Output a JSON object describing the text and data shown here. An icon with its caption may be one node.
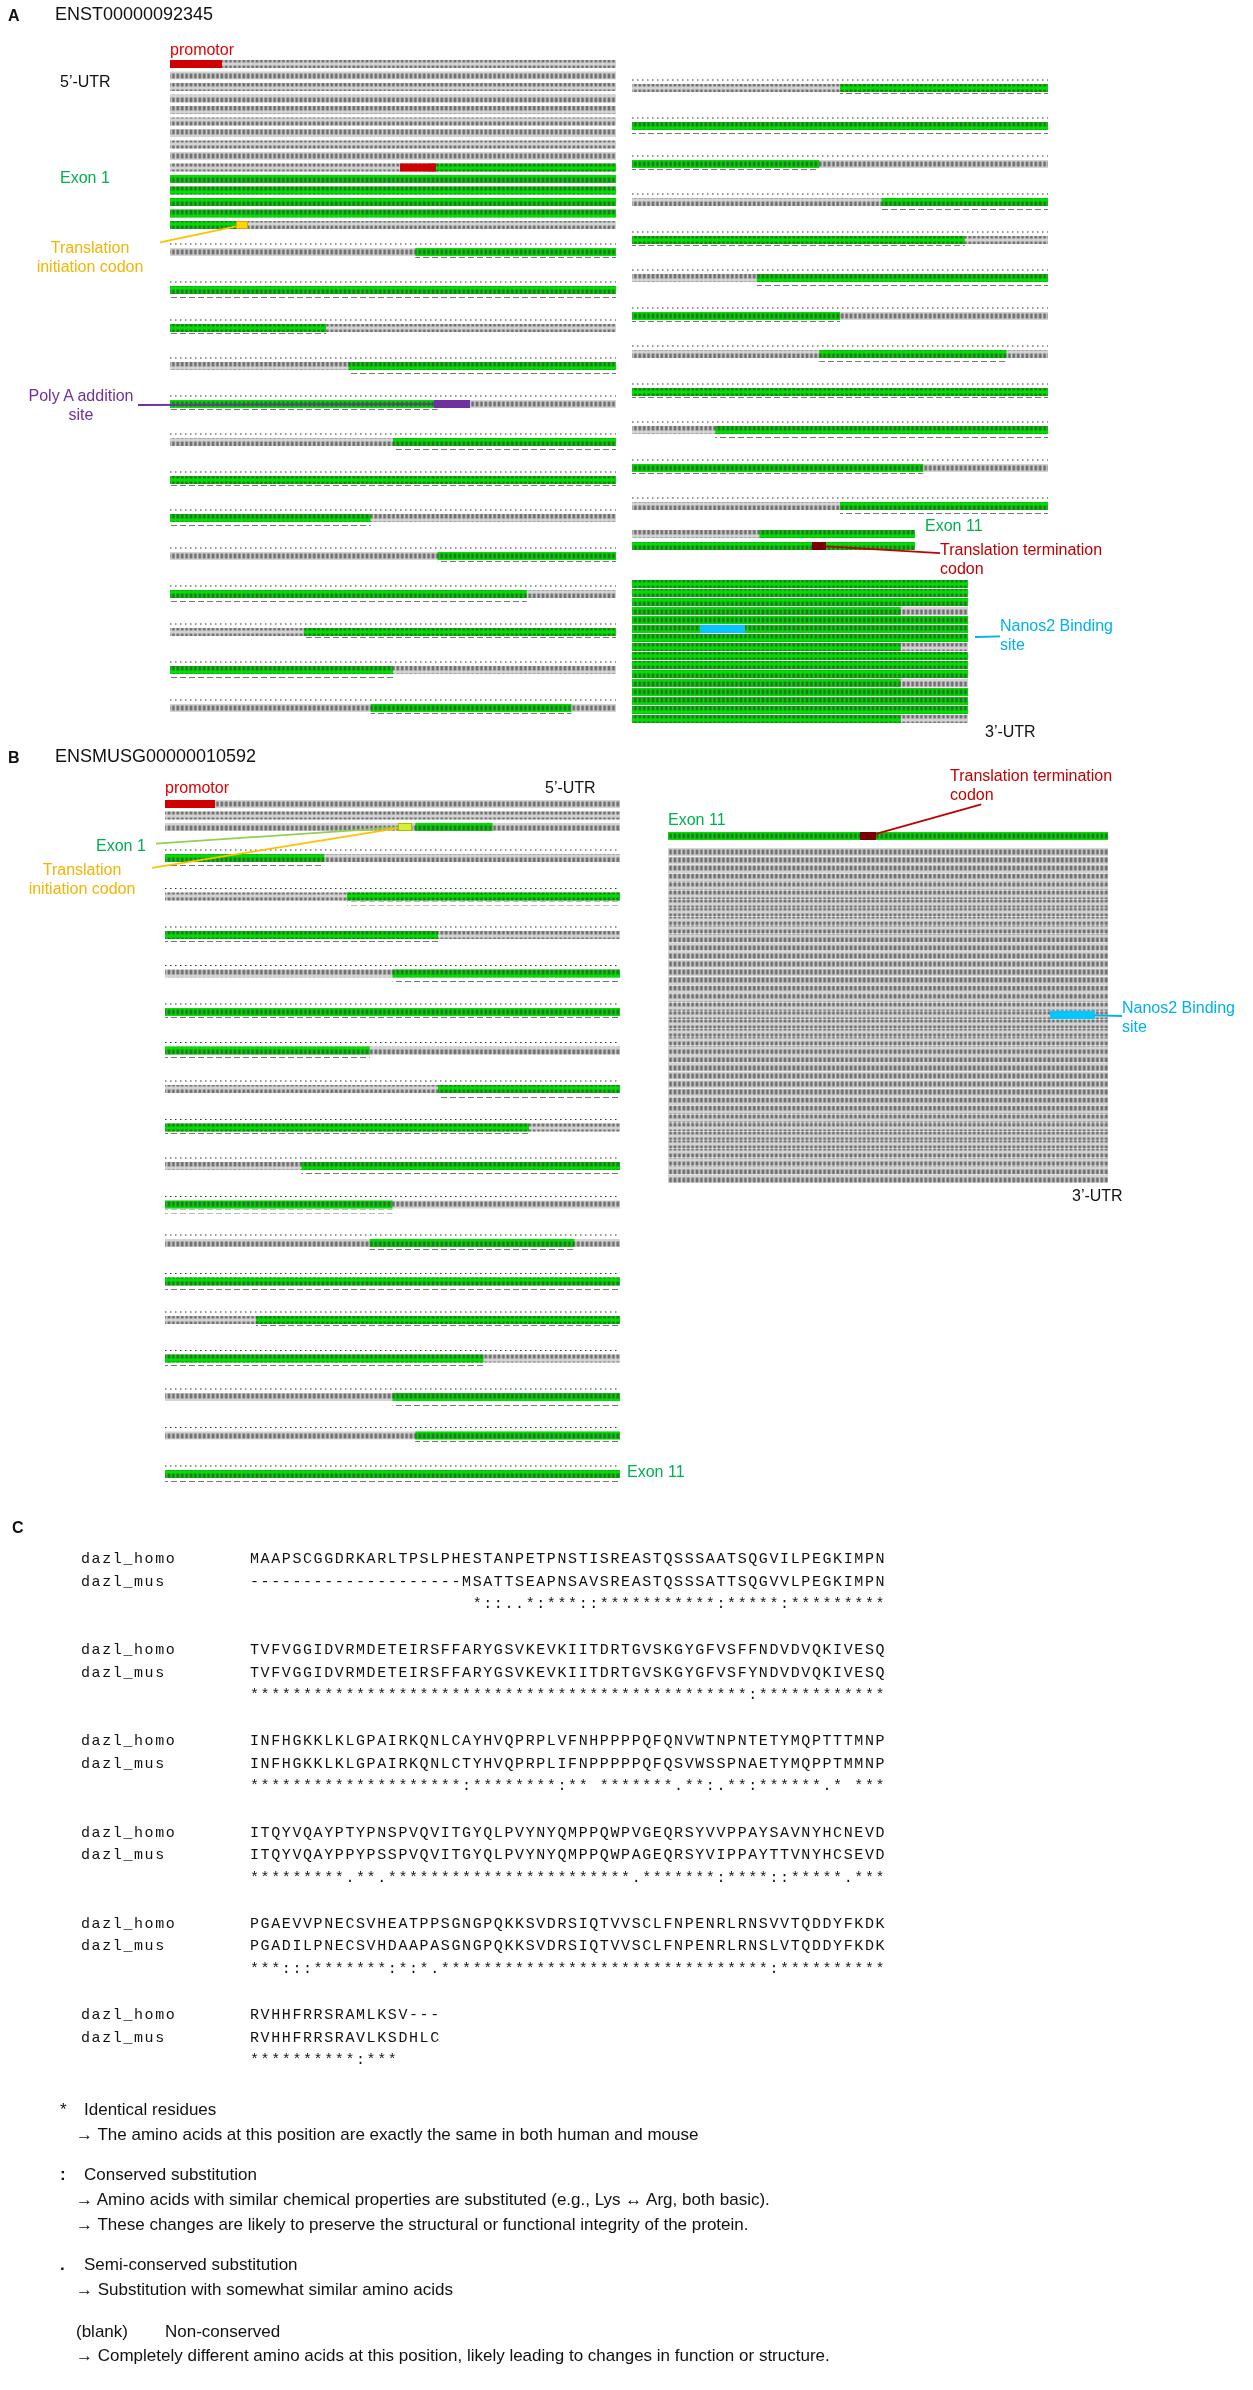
{
  "diagram": {
    "nodes": [
      {
        "text": [
          "Translation initiation codon"
        ]
      },
      {
        "text": [],
        "shape": "box"
      },
      {
        "text": [
          "Poly A addition site"
        ]
      },
      {
        "text": [],
        "shape": "box"
      },
      {
        "text": [
          "Translation termination codon"
        ]
      },
      {
        "text": [],
        "shape": "box"
      },
      {
        "text": [
          "Nanos2 Binding site"
        ]
      },
      {
        "text": [],
        "shape": "box"
      },
      {
        "text": [
          "Exon 1"
        ]
      },
      {
        "text": [
          "Translation initiation codon"
        ]
      },
      {
        "text": [
          "Translation termination codon"
        ]
      },
      {
        "text": [],
        "shape": "box"
      },
      {
        "text": [
          "Nanos2 Binding site"
        ]
      },
      {
        "text": [],
        "shape": "box"
      }
    ],
    "edges": [
      {
        "from": 0,
        "to": 1,
        "arrow": "none",
        "color": "#ffc000"
      },
      {
        "from": 2,
        "to": 3,
        "arrow": "none",
        "color": "#7030a0"
      },
      {
        "from": 4,
        "to": 5,
        "arrow": "none",
        "color": "#c00000"
      },
      {
        "from": 6,
        "to": null,
        "arrow": "none",
        "color": "#00b0f0"
      },
      {
        "from": 8,
        "to": 7,
        "arrow": "none",
        "color": "#92d050"
      },
      {
        "from": 9,
        "to": 7,
        "arrow": "none",
        "color": "#ffc000"
      },
      {
        "from": 10,
        "to": 11,
        "arrow": "none",
        "color": "#c00000"
      },
      {
        "from": 12,
        "to": 13,
        "arrow": "none",
        "color": "#00b0f0"
      }
    ],
    "labels": [
      "A",
      "ENST00000092345",
      "promotor",
      "5’-UTR",
      "Exon 1",
      "Exon 11",
      "3’-UTR",
      "B",
      "ENSMUSG00000010592",
      "promotor",
      "5’-UTR",
      "Exon 11",
      "3’-UTR",
      "Exon 11",
      "C",
      "dazl_homo",
      "MAAPSCGGDRKARLTPSLPHESTANPETPNSTISREASTQSSSAATSQGVILPEGKIMPN",
      "dazl_mus",
      "--------------------MSATTSEAPNSAVSREASTQSSSATTSQGVVLPEGKIMPN",
      "                     *::..*:***::***********:*****:*********",
      "dazl_homo",
      "TVFVGGIDVRMDETEIRSFFARYGSVKEVKIITDRTGVSKGYGFVSFFNDVDVQKIVESQ",
      "dazl_mus",
      "TVFVGGIDVRMDETEIRSFFARYGSVKEVKIITDRTGVSKGYGFVSFYNDVDVQKIVESQ",
      "***********************************************:************",
      "dazl_homo",
      "INFHGKKLKLGPAIRKQNLCAYHVQPRPLVFNHPPPPQFQNVWTNPNTETYMQPTTTMNP",
      "dazl_mus",
      "INFHGKKLKLGPAIRKQNLCTYHVQPRPLIFNPPPPPQFQSVWSSPNAETYMQPPTMMNP",
      "********************:********:** *******.**:.**:******.* ***",
      "dazl_homo",
      "ITQYVQAYPTYPNSPVQVITGYQLPVYNYQMPPQWPVGEQRSYVVPPAYSAVNYHCNEVD",
      "dazl_mus",
      "ITQYVQAYPPYPSSPVQVITGYQLPVYNYQMPPQWPAGEQRSYVIPPAYTTVNYHCSEVD",
      "*********.**.***********************.*******:****::*****.***",
      "dazl_homo",
      "PGAEVVPNECSVHEATPPSGNGPQKKSVDRSIQTVVSCLFNPENRLRNSVVTQDDYFKDK",
      "dazl_mus",
      "PGADILPNECSVHDAAPASGNGPQKKSVDRSIQTVVSCLFNPENRLRNSLVTQDDYFKDK",
      "***:::*******:*:*.*******************************:**********",
      "dazl_homo",
      "RVHHFRRSRAMLKSV---",
      "dazl_mus",
      "RVHHFRRSRAVLKSDHLC",
      "**********:***",
      "*",
      "Identical residues",
      "→ The amino acids at this position are exactly the same in both human and mouse",
      ":",
      "Conserved substitution",
      "→ Amino acids with similar chemical properties are substituted (e.g., Lys ↔ Arg, both basic).",
      "→ These changes are likely to preserve the structural or functional integrity of the protein.",
      ".",
      "Semi-conserved substitution",
      "→ Substitution with somewhat similar amino acids",
      "(blank)",
      "Non-conserved",
      "→ Completely different amino acids at this position, likely leading to changes in function or structure."
    ]
  }
}
